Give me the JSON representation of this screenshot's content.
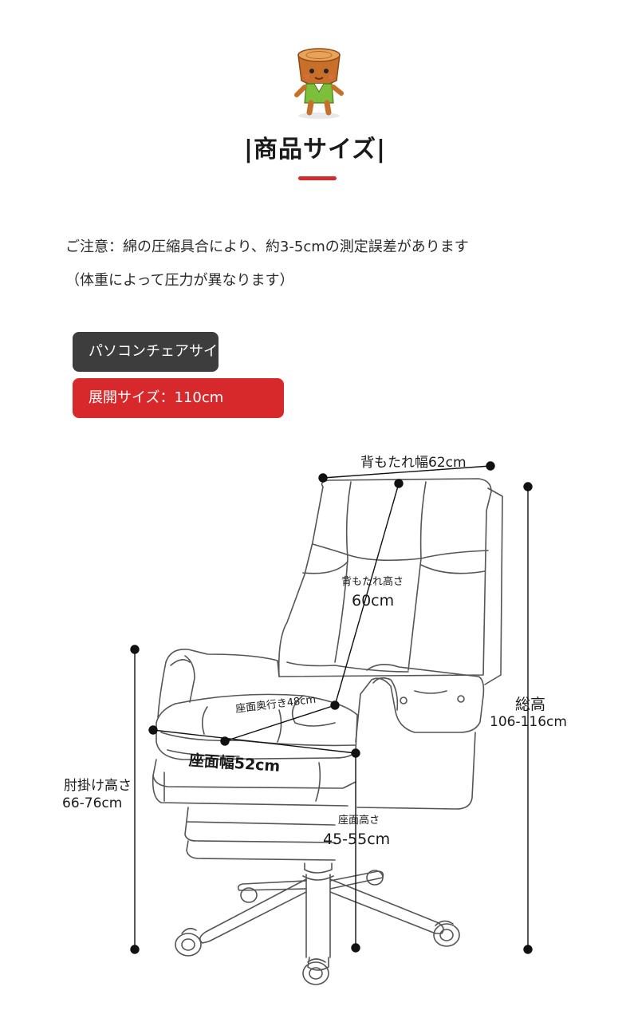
{
  "header": {
    "title": "|商品サイズ|"
  },
  "notice": {
    "line1": "ご注意：綿の圧縮具合により、約3-5cmの測定誤差があります",
    "line2": "（体重によって圧力が異なります）"
  },
  "tags": {
    "product_name": "パソコンチェアサイ",
    "expanded_size": "展開サイズ：110cm"
  },
  "dimensions": {
    "backrest_width": "背もたれ幅62cm",
    "backrest_height_label": "背もたれ高さ",
    "backrest_height_value": "60cm",
    "seat_depth": "座面奥行き48cm",
    "seat_width": "座面幅52cm",
    "total_height_label": "総高",
    "total_height_value": "106-116cm",
    "armrest_height_label": "肘掛け高さ",
    "armrest_height_value": "66-76cm",
    "seat_height_label": "座面高さ",
    "seat_height_value": "45-55cm"
  },
  "colors": {
    "accent_red": "#d7282b",
    "dark_tag": "#3d3d3d"
  },
  "icons": {
    "mascot": "tree-stump-mascot-icon",
    "diagram": "office-chair-line-drawing"
  }
}
